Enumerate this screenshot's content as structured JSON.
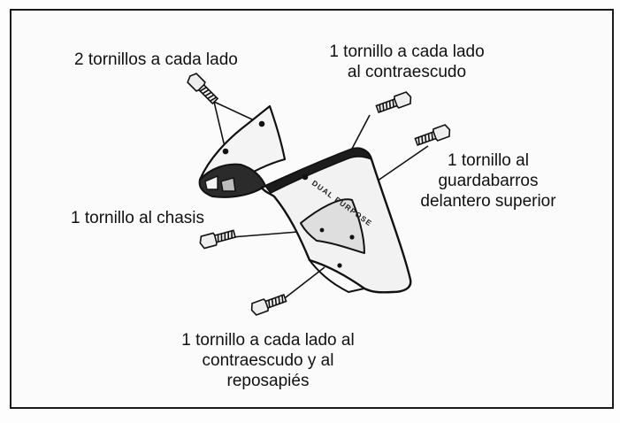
{
  "labels": {
    "top_left": [
      "2 tornillos a  cada lado"
    ],
    "top_right": [
      "1 tornillo a cada lado",
      "al contraescudo"
    ],
    "right": [
      "1 tornillo al",
      "guardabarros",
      "delantero superior"
    ],
    "chassis": [
      "1 tornillo al chasis"
    ],
    "bottom": [
      "1 tornillo a cada lado al",
      "contraescudo y al",
      "reposapiés"
    ]
  },
  "part_marking": "DUAL PURPOSE",
  "colors": {
    "ink": "#111111",
    "frame": "#1a1a1a",
    "background": "#fbfbfb"
  }
}
